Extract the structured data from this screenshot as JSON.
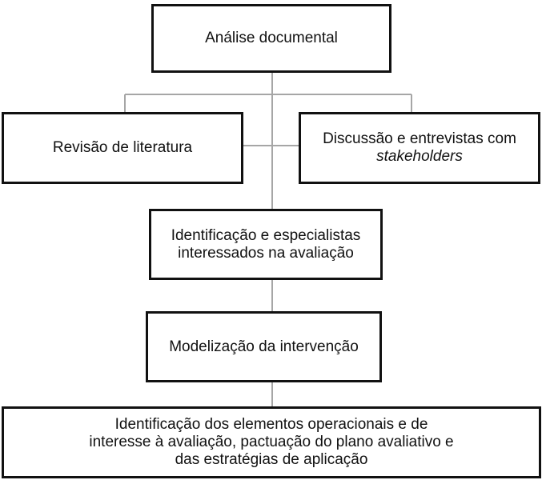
{
  "nodes": {
    "analise": {
      "label": "Análise documental"
    },
    "revisao": {
      "label": "Revisão de literatura"
    },
    "discussao": {
      "line1": "Discussão e entrevistas com",
      "line2_italic": "stakeholders"
    },
    "identificacao": {
      "line1": "Identificação e especialistas",
      "line2": "interessados na avaliação"
    },
    "modelizacao": {
      "label": "Modelização da intervenção"
    },
    "elementos": {
      "line1": "Identificação dos elementos operacionais e de",
      "line2": "interesse à avaliação, pactuação do plano avaliativo e",
      "line3": "das estratégias de aplicação"
    }
  },
  "colors": {
    "box_border": "#111111",
    "connector": "#a6a6a6",
    "background": "#ffffff"
  }
}
